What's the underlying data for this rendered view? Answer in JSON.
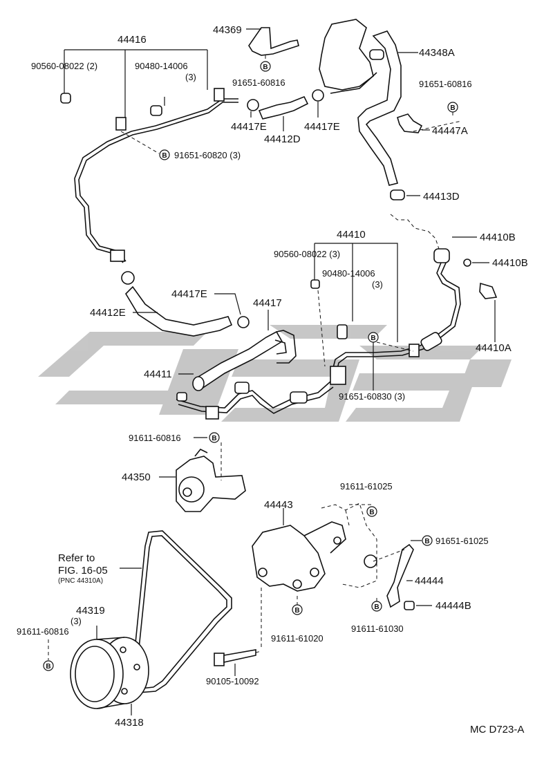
{
  "labels": {
    "l44416": "44416",
    "l90560a": "90560-08022 (2)",
    "l90480a": "90480-14006",
    "l90480a_q": "(3)",
    "l44369": "44369",
    "l91651_816a": "91651-60816",
    "l44348A": "44348A",
    "l91651_816b": "91651-60816",
    "l44417E_a": "44417E",
    "l44417E_b": "44417E",
    "l44412D": "44412D",
    "l91651_820": "91651-60820 (3)",
    "l44447A": "44447A",
    "l44413D": "44413D",
    "l44410": "44410",
    "l44410B_a": "44410B",
    "l44410B_b": "44410B",
    "l90560b": "90560-08022 (3)",
    "l90480b": "90480-14006",
    "l90480b_q": "(3)",
    "l44412E": "44412E",
    "l44417E_c": "44417E",
    "l44417": "44417",
    "l44410A": "44410A",
    "l44411": "44411",
    "l91651_830": "91651-60830 (3)",
    "l91611_816": "91611-60816",
    "l44350": "44350",
    "l91611_61025": "91611-61025",
    "l44443": "44443",
    "l91651_61025": "91651-61025",
    "l44444": "44444",
    "l44444B": "44444B",
    "refer1": "Refer to",
    "refer2": "FIG. 16-05",
    "refer3": "(PNC 44310A)",
    "l44319": "44319",
    "l44319_q": "(3)",
    "l91611_816b": "91611-60816",
    "l91611_61020": "91611-61020",
    "l91611_61030": "91611-61030",
    "l90105": "90105-10092",
    "l44318": "44318",
    "footer": "MC  D723-A"
  },
  "marker": "B",
  "watermark_color": "#bdbdbd"
}
